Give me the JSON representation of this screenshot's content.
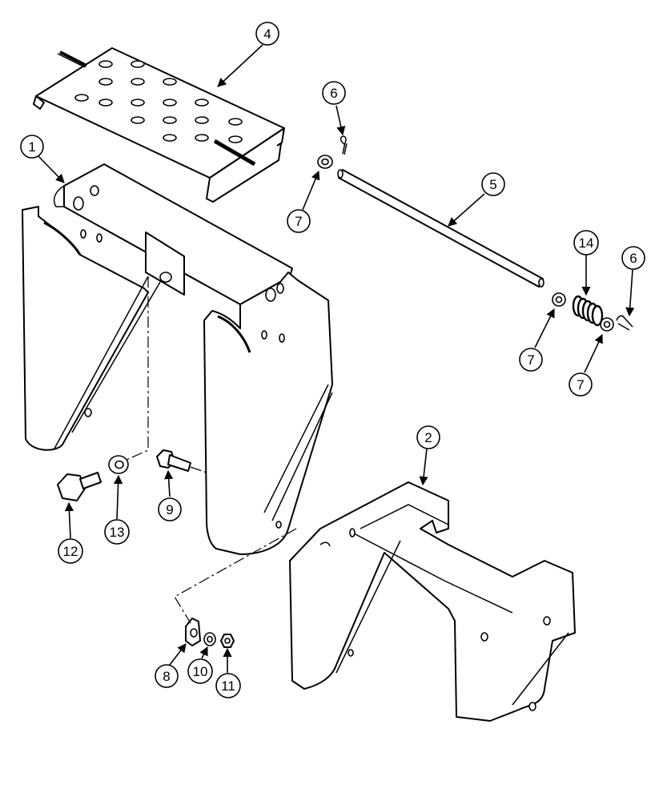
{
  "callouts": [
    {
      "id": "c1",
      "label": "1"
    },
    {
      "id": "c2",
      "label": "2"
    },
    {
      "id": "c4",
      "label": "4"
    },
    {
      "id": "c5",
      "label": "5"
    },
    {
      "id": "c6a",
      "label": "6"
    },
    {
      "id": "c6b",
      "label": "6"
    },
    {
      "id": "c7a",
      "label": "7"
    },
    {
      "id": "c7b",
      "label": "7"
    },
    {
      "id": "c7c",
      "label": "7"
    },
    {
      "id": "c8",
      "label": "8"
    },
    {
      "id": "c9",
      "label": "9"
    },
    {
      "id": "c10",
      "label": "10"
    },
    {
      "id": "c11",
      "label": "11"
    },
    {
      "id": "c12",
      "label": "12"
    },
    {
      "id": "c13",
      "label": "13"
    },
    {
      "id": "c14",
      "label": "14"
    }
  ]
}
